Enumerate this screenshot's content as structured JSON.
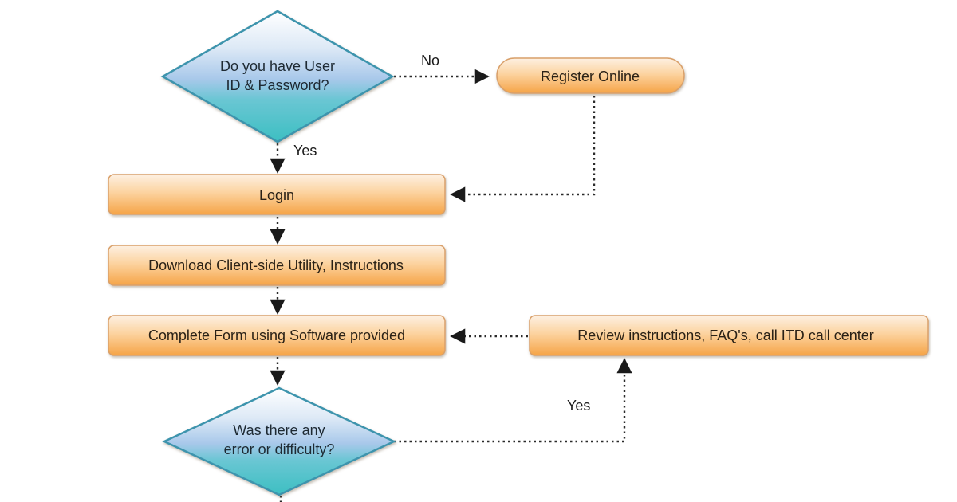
{
  "diagram": {
    "type": "flowchart",
    "nodes": {
      "has_credentials": {
        "shape": "decision",
        "lines": [
          "Do you have User",
          "ID & Password?"
        ]
      },
      "register_online": {
        "shape": "terminator",
        "label": "Register Online"
      },
      "login": {
        "shape": "process",
        "label": "Login"
      },
      "download_utility": {
        "shape": "process",
        "label": "Download Client-side Utility, Instructions"
      },
      "complete_form": {
        "shape": "process",
        "label": "Complete Form using Software provided"
      },
      "review_help": {
        "shape": "process",
        "label": "Review instructions, FAQ's, call ITD call center"
      },
      "any_error": {
        "shape": "decision",
        "lines": [
          "Was there any",
          "error or difficulty?"
        ]
      }
    },
    "edges": {
      "no_to_register": {
        "from": "has_credentials",
        "to": "register_online",
        "label": "No"
      },
      "yes_to_login": {
        "from": "has_credentials",
        "to": "login",
        "label": "Yes"
      },
      "register_to_login": {
        "from": "register_online",
        "to": "login",
        "label": ""
      },
      "login_to_download": {
        "from": "login",
        "to": "download_utility",
        "label": ""
      },
      "download_to_form": {
        "from": "download_utility",
        "to": "complete_form",
        "label": ""
      },
      "form_to_error": {
        "from": "complete_form",
        "to": "any_error",
        "label": ""
      },
      "error_yes_to_review": {
        "from": "any_error",
        "to": "review_help",
        "label": "Yes"
      },
      "review_to_form": {
        "from": "review_help",
        "to": "complete_form",
        "label": ""
      },
      "error_continue_down": {
        "from": "any_error",
        "to": "",
        "label": ""
      }
    },
    "colors": {
      "process_top": "#fde9d3",
      "process_mid": "#fbc98a",
      "process_bottom": "#f6a649",
      "process_stroke": "#d9a06a",
      "decision_top": "#eaf2fb",
      "decision_mid": "#a9c9ea",
      "decision_bottom": "#4cc3c6",
      "decision_stroke": "#3e94ad",
      "connector": "#222222"
    }
  }
}
